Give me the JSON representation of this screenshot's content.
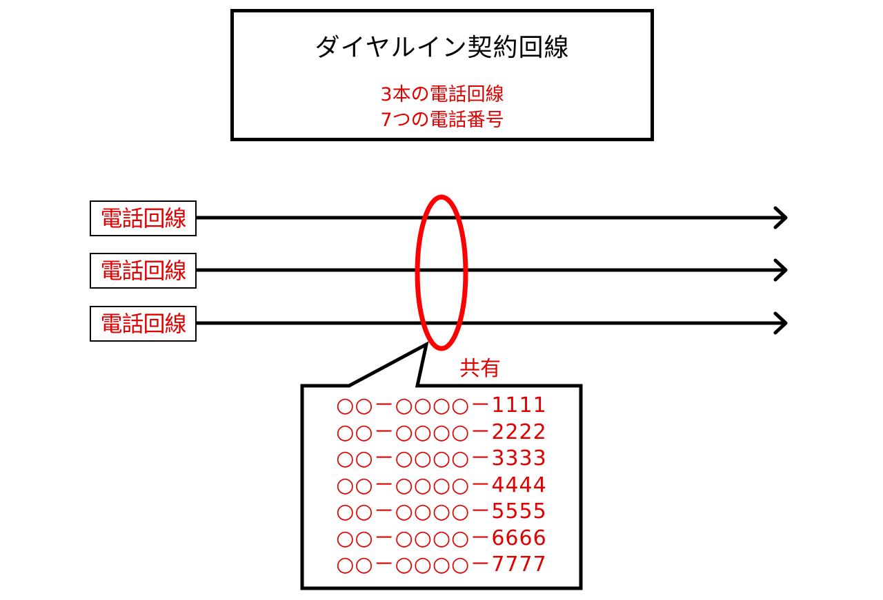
{
  "title_box": {
    "title": "ダイヤルイン契約回線",
    "lines_summary": "3本の電話回線",
    "numbers_summary": "7つの電話番号"
  },
  "phone_lines": [
    {
      "label": "電話回線"
    },
    {
      "label": "電話回線"
    },
    {
      "label": "電話回線"
    }
  ],
  "shared_group": {
    "label": "共有",
    "numbers": [
      "○○－○○○○－1111",
      "○○－○○○○－2222",
      "○○－○○○○－3333",
      "○○－○○○○－4444",
      "○○－○○○○－5555",
      "○○－○○○○－6666",
      "○○－○○○○－7777"
    ]
  },
  "colors": {
    "accent_red": "#e00000",
    "line_black": "#000000",
    "background": "#ffffff"
  }
}
